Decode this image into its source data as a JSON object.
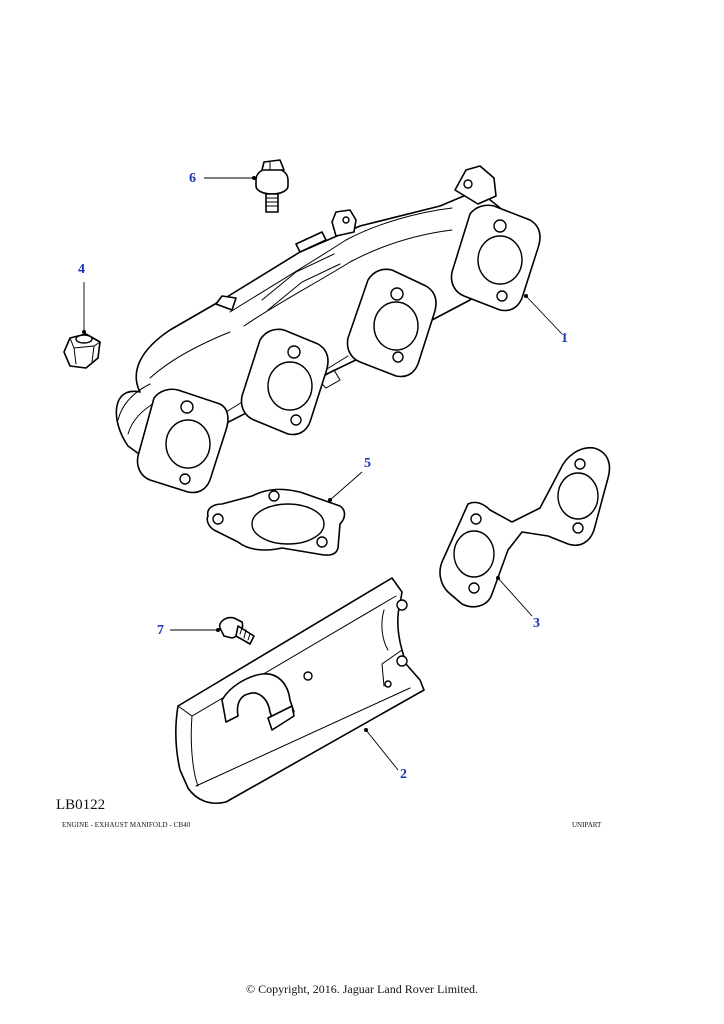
{
  "diagram": {
    "reference_code": "LB0122",
    "caption": "ENGINE - EXHAUST MANIFOLD - CB40",
    "supplier": "UNIPART",
    "copyright": "© Copyright, 2016. Jaguar Land Rover Limited.",
    "accent_color": "#1a36b8",
    "callouts": [
      {
        "id": "1",
        "label": "1",
        "part": "exhaust-manifold"
      },
      {
        "id": "2",
        "label": "2",
        "part": "heat-shield"
      },
      {
        "id": "3",
        "label": "3",
        "part": "twin-port-gasket"
      },
      {
        "id": "4",
        "label": "4",
        "part": "flange-nut"
      },
      {
        "id": "5",
        "label": "5",
        "part": "single-port-gasket"
      },
      {
        "id": "6",
        "label": "6",
        "part": "flange-bolt"
      },
      {
        "id": "7",
        "label": "7",
        "part": "shield-bolt"
      }
    ]
  }
}
